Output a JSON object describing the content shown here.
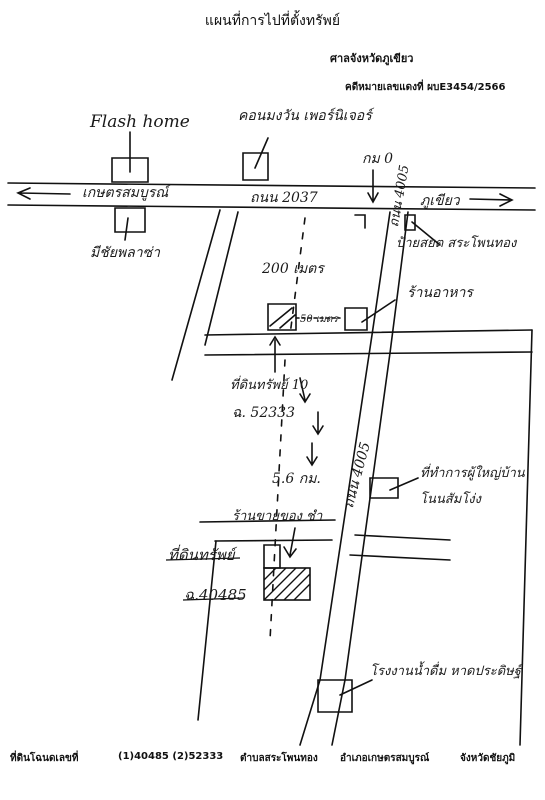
{
  "header": {
    "title": "แผนที่การไปที่ตั้งทรัพย์",
    "court": "ศาลจังหวัดภูเขียว",
    "case_number": "คดีหมายเลขแดงที่ ผบE3454/2566"
  },
  "map": {
    "landmarks": {
      "flash_home": "Flash home",
      "condo": "คอนมงวัน เพอร์นิเจอร์",
      "km0": "กม 0",
      "road_name_left": "เกษตรสมบูรณ์",
      "road_2037": "ถนน 2037",
      "toward_right": "ภูเขียว",
      "market": "มีชัยพลาซ่า",
      "school": "ป้ายสยต สระโพนทอง",
      "restaurant": "ร้านอาหาร",
      "road_4005_upper": "ถนน 4005",
      "road_4005_lower": "ถนน 4005",
      "dist_200m": "200 เมตร",
      "dist_50m": "50 เมตร",
      "plot_upper_label": "ที่ดินทรัพย์ 10",
      "plot_upper_deed": "ฉ. 52333",
      "dist_5_6km": "5.6 กม.",
      "shop_gold": "ร้านขายของ ชำ",
      "plot_lower_label": "ที่ดินทรัพย์",
      "plot_lower_deed": "ฉ.40485",
      "village_line1": "ที่ทำการผู้ใหญ่บ้าน",
      "village_line2": "โนนสัมโง่ง",
      "factory": "โรงงานน้ำดื่ม หาดประดิษฐ์"
    }
  },
  "footer": {
    "deed_label": "ที่ดินโฉนดเลขที่",
    "deeds": "(1)40485   (2)52333",
    "subdistrict": "ตำบลสระโพนทอง",
    "district": "อำเภอเกษตรสมบูรณ์",
    "province": "จังหวัดชัยภูมิ"
  }
}
